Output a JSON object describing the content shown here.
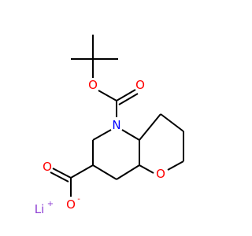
{
  "molecule": {
    "atoms": {
      "N": {
        "text": "N",
        "color": "#0000ff"
      },
      "O_ring": {
        "text": "O",
        "color": "#ff0000"
      },
      "O_ester": {
        "text": "O",
        "color": "#ff0000"
      },
      "O_boc_carbonyl": {
        "text": "O",
        "color": "#ff0000"
      },
      "O_acid_carbonyl": {
        "text": "O",
        "color": "#ff0000"
      },
      "O_anion": {
        "text": "O",
        "charge": "-",
        "color": "#ff0000"
      },
      "Li": {
        "text": "Li",
        "charge": "+",
        "color": "#8f40d4"
      }
    },
    "bond_color": "#000000"
  }
}
